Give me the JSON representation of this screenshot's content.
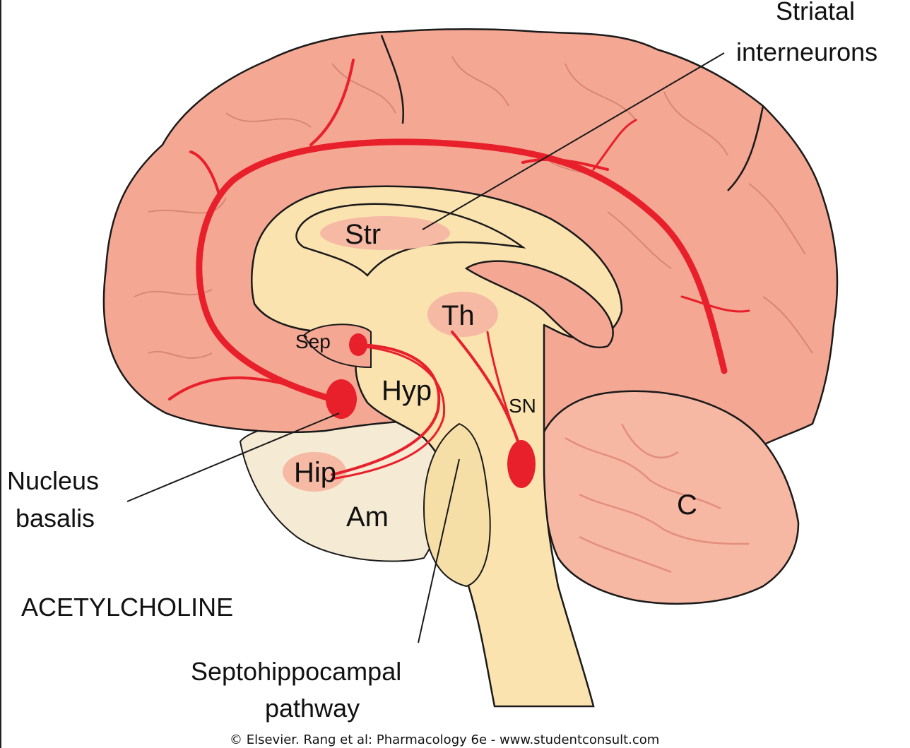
{
  "labels": {
    "striatal_line1": "Striatal",
    "striatal_line2": "interneurons",
    "str": "Str",
    "th": "Th",
    "sep": "Sep",
    "hyp": "Hyp",
    "sn": "SN",
    "hip": "Hip",
    "am": "Am",
    "c": "C",
    "nucleus_line1": "Nucleus",
    "nucleus_line2": "basalis",
    "pathway_line1": "Septohippocampal",
    "pathway_line2": "pathway"
  },
  "title": "ACETYLCHOLINE",
  "credit": "© Elsevier. Rang et al: Pharmacology 6e - www.studentconsult.com",
  "colors": {
    "cortex": "#f4a793",
    "cortex_fold": "#d98775",
    "inner": "#fbe3b0",
    "cerebellum": "#f6b7a3",
    "temporal": "#f5ead4",
    "pathway": "#e8202b",
    "nucleus_region": "#f6b9a3",
    "outline": "#1a1a1a"
  }
}
